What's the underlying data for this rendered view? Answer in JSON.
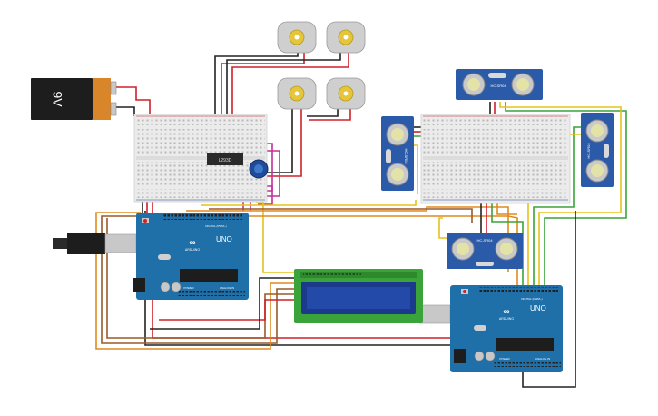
{
  "battery": {
    "label": "9V"
  },
  "arduino_left": {
    "brand": "UNO",
    "logo_text": "ARDUINO",
    "digital_label": "DIGITAL (PWM~)",
    "power_label": "POWER",
    "analog_label": "ANALOG IN"
  },
  "arduino_right": {
    "brand": "UNO",
    "logo_text": "ARDUINO",
    "digital_label": "DIGITAL (PWM~)",
    "power_label": "POWER",
    "analog_label": "ANALOG IN"
  },
  "driver_chip": {
    "label": "L293D"
  },
  "sensors": [
    {
      "label": "HC-SR04"
    },
    {
      "label": "HC-SR04"
    },
    {
      "label": "HC-SR04"
    },
    {
      "label": "HC-SR04"
    }
  ],
  "colors": {
    "wire_red": "#d0202a",
    "wire_black": "#222222",
    "wire_green": "#3aa33a",
    "wire_yellow": "#e6c21a",
    "wire_orange": "#e08a1e",
    "wire_brown": "#9a5a2a",
    "wire_magenta": "#c0309a",
    "board_blue": "#1f6fa8",
    "sensor_blue": "#2a5aa8",
    "lcd_blue": "#1b3a8c"
  }
}
